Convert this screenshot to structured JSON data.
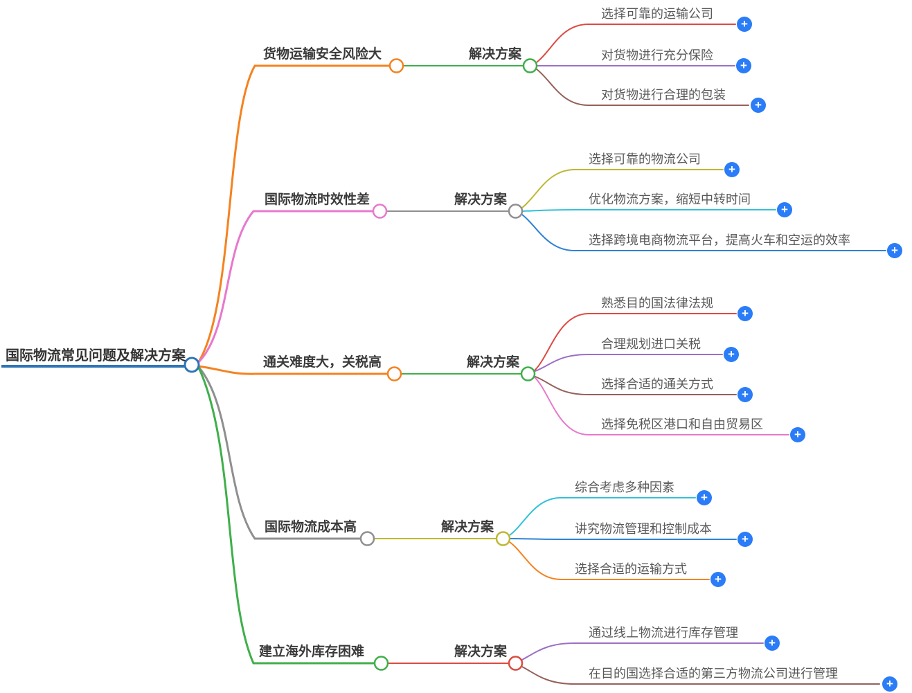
{
  "root": {
    "label": "国际物流常见问题及解决方案",
    "color": "#2e75b6"
  },
  "icons": {
    "add_child": "+"
  },
  "palette": {
    "plus_button": "#2a7cf7",
    "topic_text": "#3a3a3a",
    "leaf_text": "#595959",
    "background": "#ffffff"
  },
  "branches": [
    {
      "topic": "货物运输安全风险大",
      "solution": "解决方案",
      "color": "#f5821f",
      "link_color": "#3faf4a",
      "leaves": [
        {
          "label": "选择可靠的运输公司",
          "color": "#dc4b41"
        },
        {
          "label": "对货物进行充分保险",
          "color": "#9a6fc5"
        },
        {
          "label": "对货物进行合理的包装",
          "color": "#96605a"
        }
      ]
    },
    {
      "topic": "国际物流时效性差",
      "solution": "解决方案",
      "color": "#e878cc",
      "link_color": "#8f8f8f",
      "leaves": [
        {
          "label": "选择可靠的物流公司",
          "color": "#bdb832"
        },
        {
          "label": "优化物流方案，缩短中转时间",
          "color": "#30c1d8"
        },
        {
          "label": "选择跨境电商物流平台，提高火车和空运的效率",
          "color": "#2e82d4"
        }
      ]
    },
    {
      "topic": "通关难度大，关税高",
      "solution": "解决方案",
      "color": "#f5821f",
      "link_color": "#3faf4a",
      "leaves": [
        {
          "label": "熟悉目的国法律法规",
          "color": "#dc4b41"
        },
        {
          "label": "合理规划进口关税",
          "color": "#9a6fc5"
        },
        {
          "label": "选择合适的通关方式",
          "color": "#96605a"
        },
        {
          "label": "选择免税区港口和自由贸易区",
          "color": "#e878cc"
        }
      ]
    },
    {
      "topic": "国际物流成本高",
      "solution": "解决方案",
      "color": "#8f8f8f",
      "link_color": "#bdb832",
      "leaves": [
        {
          "label": "综合考虑多种因素",
          "color": "#30c1d8"
        },
        {
          "label": "讲究物流管理和控制成本",
          "color": "#2e82d4"
        },
        {
          "label": "选择合适的运输方式",
          "color": "#f5821f"
        }
      ]
    },
    {
      "topic": "建立海外库存困难",
      "solution": "解决方案",
      "color": "#3faf4a",
      "link_color": "#dc4b41",
      "leaves": [
        {
          "label": "通过线上物流进行库存管理",
          "color": "#9a6fc5"
        },
        {
          "label": "在目的国选择合适的第三方物流公司进行管理",
          "color": "#96605a"
        }
      ]
    }
  ]
}
